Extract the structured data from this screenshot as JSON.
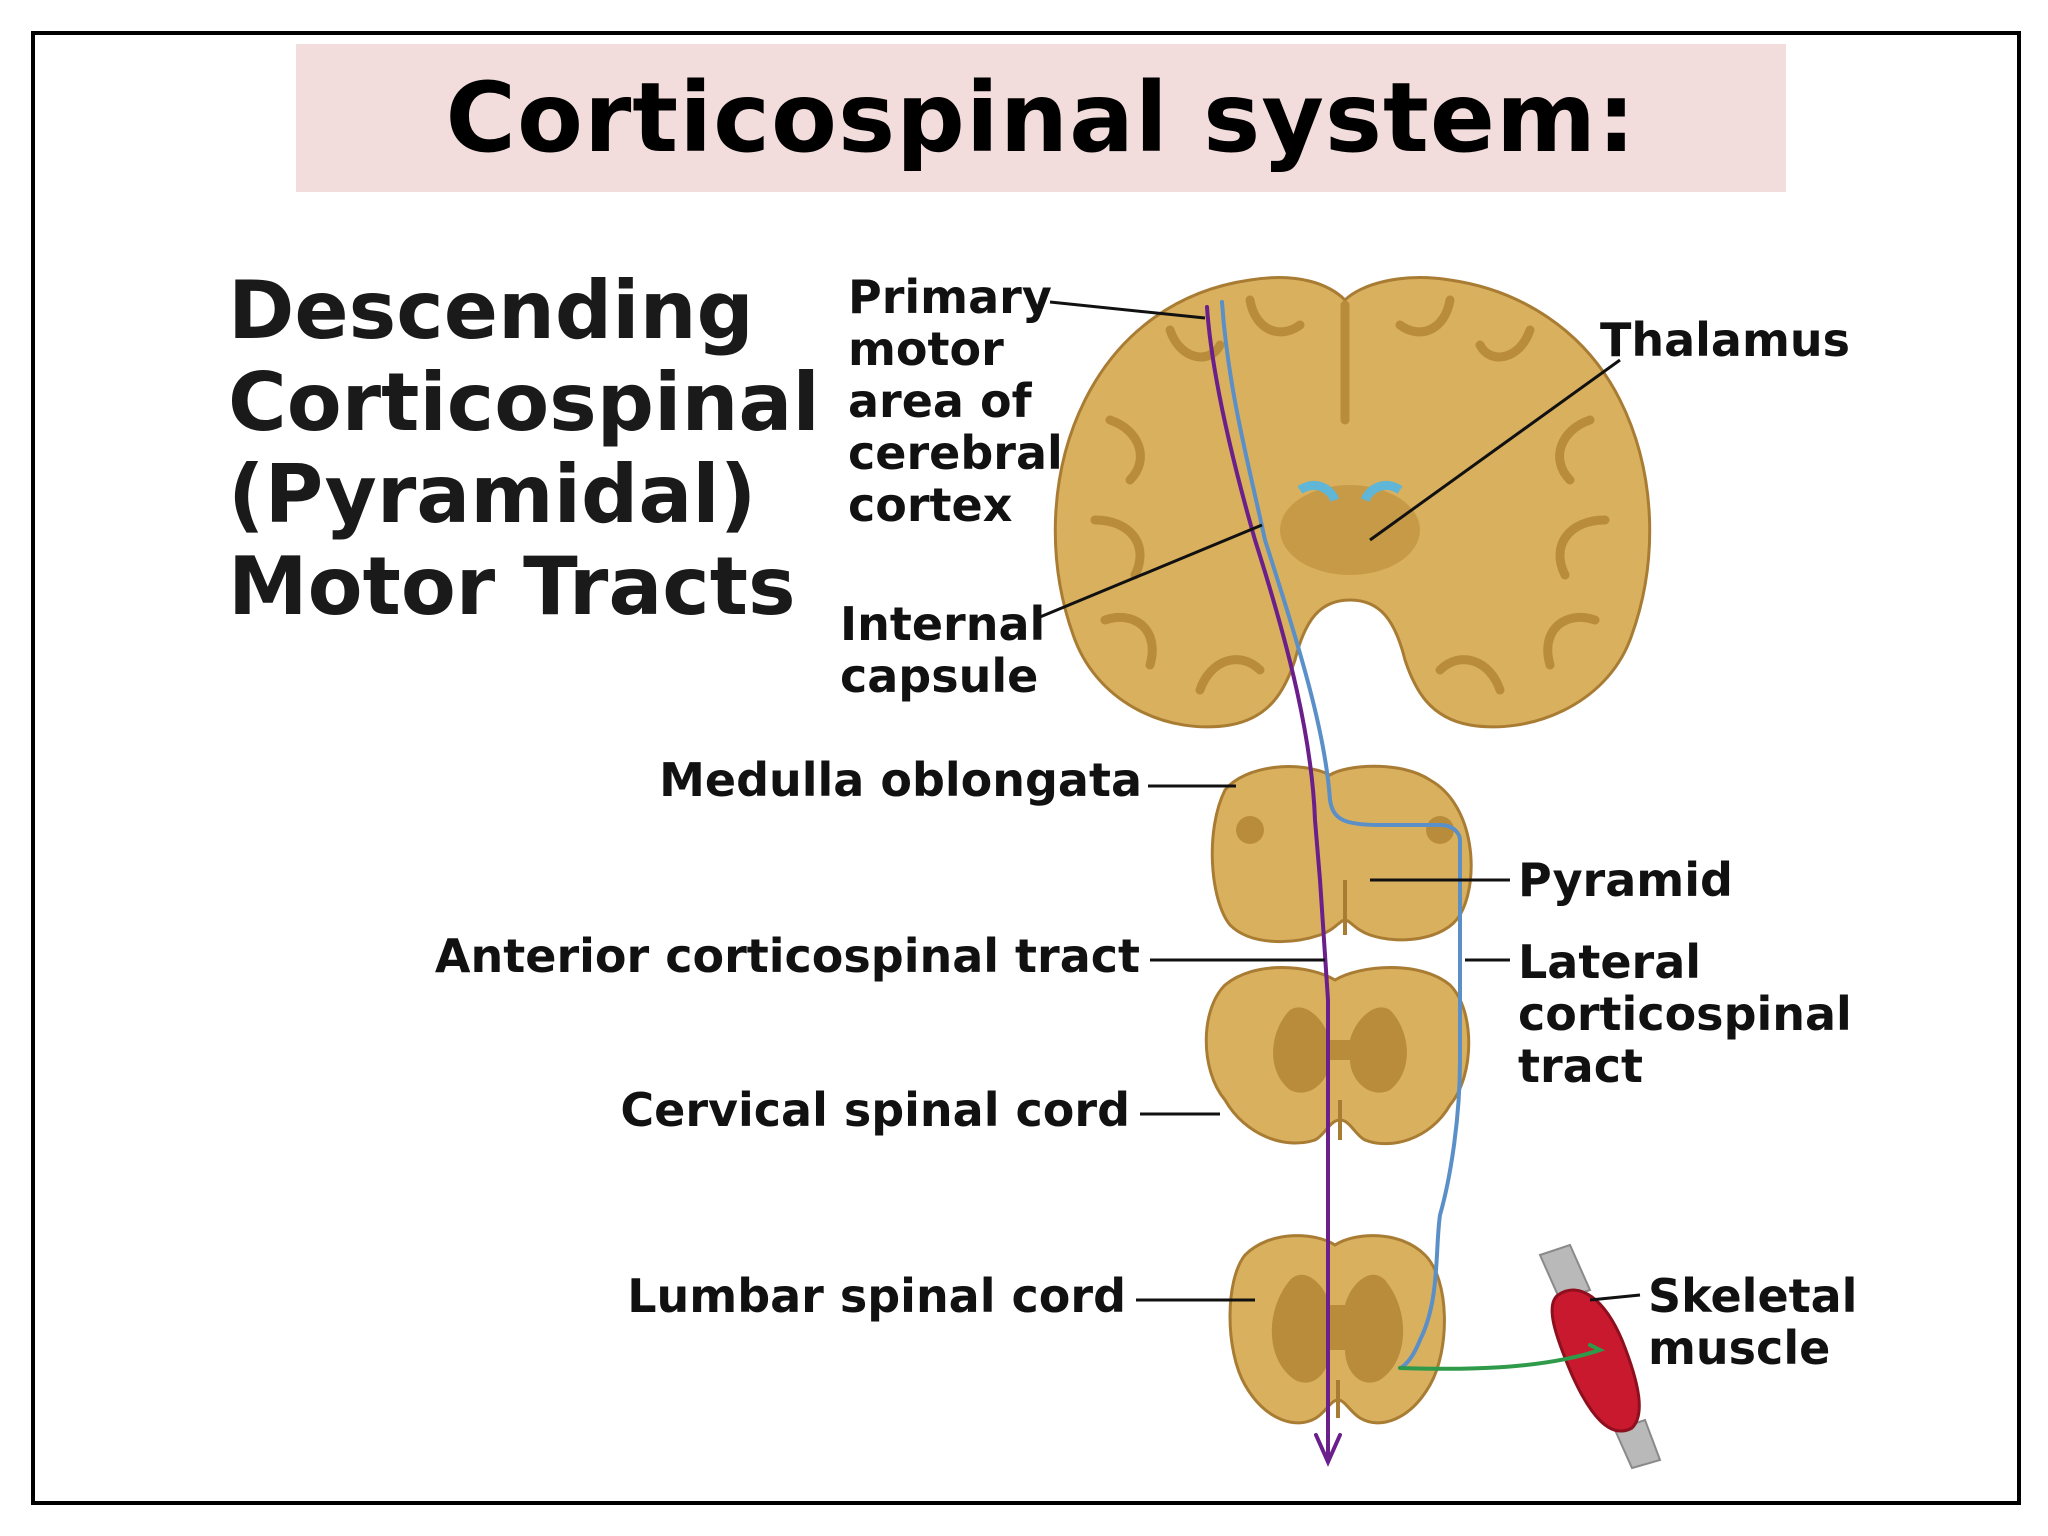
{
  "slide": {
    "title": "Corticospinal system:"
  },
  "figure": {
    "heading": [
      "Descending",
      "Corticospinal",
      "(Pyramidal)",
      "Motor Tracts"
    ],
    "labels": {
      "primary_motor": [
        "Primary",
        "motor",
        "area of",
        "cerebral",
        "cortex"
      ],
      "thalamus": "Thalamus",
      "internal_capsule": [
        "Internal",
        "capsule"
      ],
      "medulla": "Medulla oblongata",
      "pyramid": "Pyramid",
      "anterior_tract": "Anterior corticospinal tract",
      "lateral_tract": [
        "Lateral",
        "corticospinal",
        "tract"
      ],
      "cervical": "Cervical spinal cord",
      "lumbar": "Lumbar spinal cord",
      "muscle": [
        "Skeletal",
        "muscle"
      ]
    },
    "colors": {
      "tissue": "#d9b05e",
      "tissue_dark": "#b98c3c",
      "tissue_outline": "#a97c34",
      "ventricle": "#5fb6d6",
      "anterior_pathway": "#6a1f8a",
      "lateral_pathway": "#5b8fc7",
      "motor_neuron": "#2e9a4a",
      "muscle": "#c8192e",
      "tendon": "#b9b9b9"
    },
    "icons": [
      "brain-coronal-section",
      "medulla-section",
      "spinal-cord-section",
      "skeletal-muscle",
      "arrow-down"
    ]
  }
}
